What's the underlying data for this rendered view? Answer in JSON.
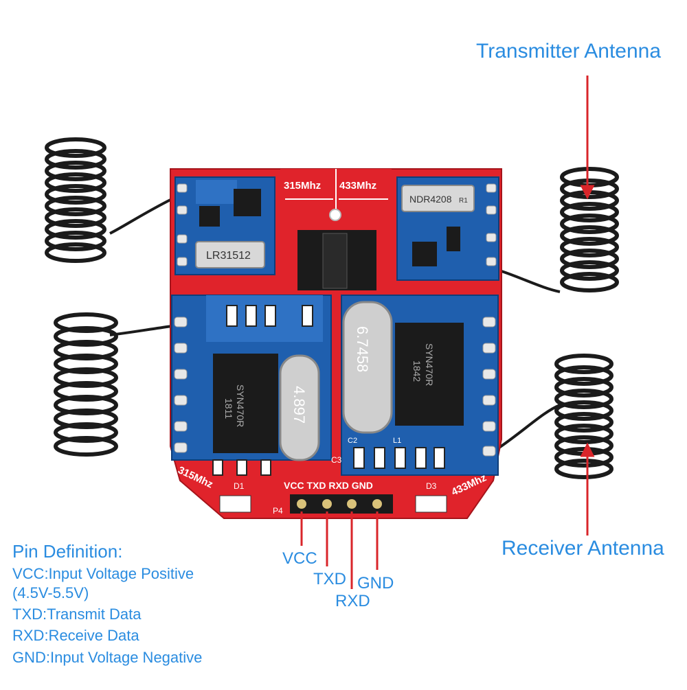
{
  "labels": {
    "transmitter_antenna": "Transmitter Antenna",
    "receiver_antenna": "Receiver Antenna"
  },
  "pins": {
    "vcc": "VCC",
    "txd": "TXD",
    "rxd": "RXD",
    "gnd": "GND"
  },
  "pin_definition": {
    "heading": "Pin Definition:",
    "lines": [
      "VCC:Input Voltage Positive",
      "(4.5V-5.5V)",
      "TXD:Transmit Data",
      "RXD:Receive Data",
      "GND:Input Voltage Negative"
    ]
  },
  "board": {
    "freq_left": "315Mhz",
    "freq_right": "433Mhz",
    "left_resonator": "LR31512",
    "right_resonator": "NDR4208",
    "right_resonator_suffix": "R1",
    "left_chip": "SYN470R",
    "left_chip_code": "1811",
    "right_chip": "SYN470R",
    "right_chip_code": "1842",
    "left_crystal": "4.897",
    "right_crystal": "6.7458",
    "left_bottom_freq": "315Mhz",
    "right_bottom_freq": "433Mhz",
    "d1": "D1",
    "d3": "D3",
    "p4": "P4",
    "c3": "C3",
    "c2": "C2",
    "l1": "L1",
    "header_pins": "VCC TXD RXD GND"
  },
  "colors": {
    "label_blue": "#2a8ce0",
    "arrow_red": "#d9252a",
    "pcb_red": "#e0232b",
    "pcb_blue": "#1f5fae",
    "coil_black": "#1b1b1b"
  }
}
